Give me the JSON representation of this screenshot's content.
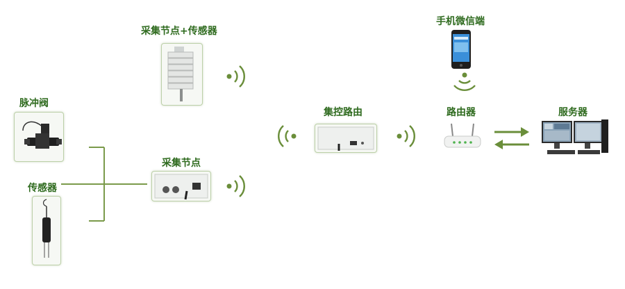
{
  "labels": {
    "node_sensor": "采集节点+传感器",
    "valve": "脉冲阀",
    "sensor": "传感器",
    "node": "采集节点",
    "router_ctrl": "集控路由",
    "phone": "手机微信端",
    "router": "路由器",
    "server": "服务器"
  },
  "colors": {
    "accent": "#6a8e3a",
    "label": "#2f6b1f",
    "box_border": "#bcd0a8"
  }
}
